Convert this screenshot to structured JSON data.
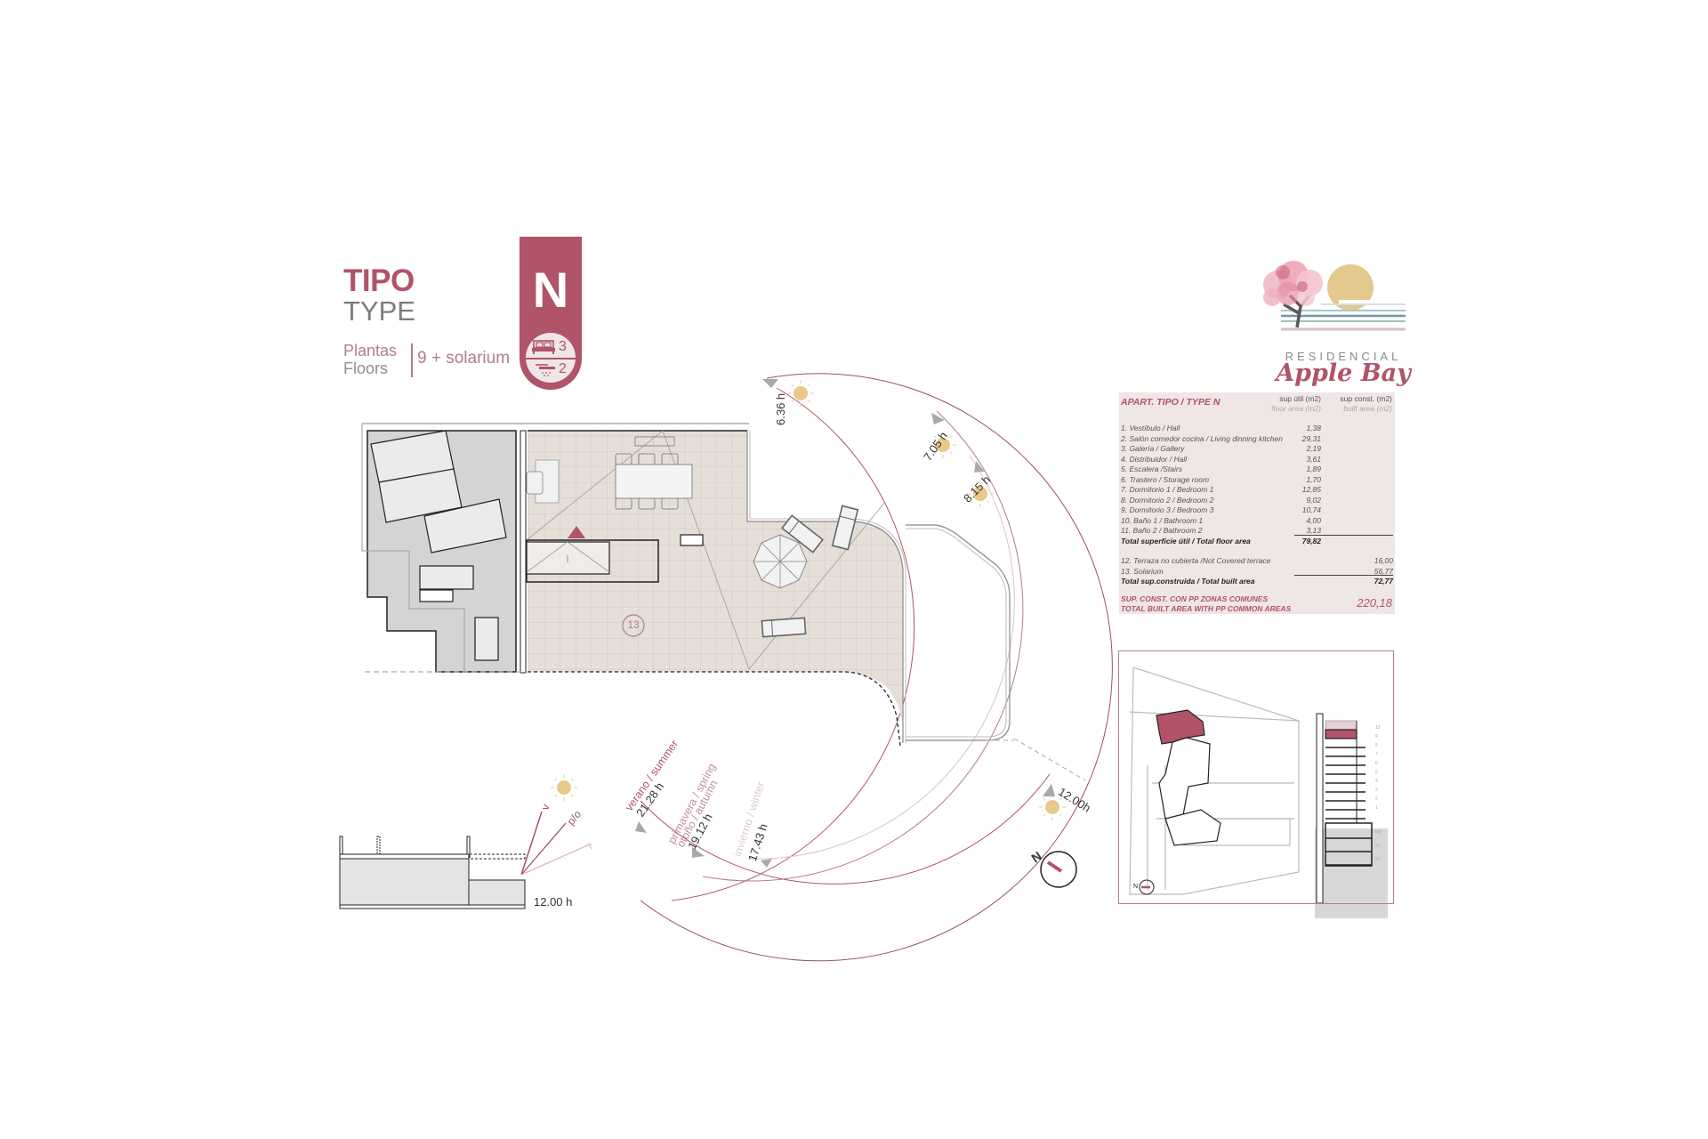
{
  "header": {
    "tipo": "TIPO",
    "type": "TYPE",
    "plantas_label": "Plantas",
    "floors_label": "Floors",
    "floors_value": "9 + solarium",
    "type_letter": "N",
    "bedrooms": "3",
    "bathrooms": "2",
    "bedroom_icon": "bed-icon",
    "bathroom_icon": "shower-icon"
  },
  "logo": {
    "line1": "RESIDENCIAL",
    "line2": "Apple Bay",
    "graphic": "cherry-tree-sunset-logo"
  },
  "colors": {
    "accent": "#b05468",
    "grey_text": "#7d7d80",
    "sun": "#e8c98a",
    "terrace_floor": "#e6dfd8",
    "gray_area": "#d4d4d6",
    "table_bg": "#efe6e6"
  },
  "area_table": {
    "title": "APART. TIPO / TYPE N",
    "col1_header": "sup útil (m2)",
    "col1_subheader": "floor area (m2)",
    "col2_header": "sup const. (m2)",
    "col2_subheader": "built area (m2)",
    "rows": [
      {
        "label": "1. Vestíbulo / Hall",
        "floor": "1,38",
        "built": ""
      },
      {
        "label": "2. Salón comedor cocina / Living dinning kitchen",
        "floor": "29,31",
        "built": ""
      },
      {
        "label": "3. Galería / Gallery",
        "floor": "2,19",
        "built": ""
      },
      {
        "label": "4. Distribuidor / Hall",
        "floor": "3,61",
        "built": ""
      },
      {
        "label": "5. Escalera /Stairs",
        "floor": "1,89",
        "built": ""
      },
      {
        "label": "6. Trastero / Storage room",
        "floor": "1,70",
        "built": ""
      },
      {
        "label": "7. Dormitorio 1 / Bedroom 1",
        "floor": "12,85",
        "built": ""
      },
      {
        "label": "8. Dormitorio 2 / Bedroom 2",
        "floor": "9,02",
        "built": ""
      },
      {
        "label": "9. Dormitorio 3 / Bedroom 3",
        "floor": "10,74",
        "built": ""
      },
      {
        "label": "10. Baño 1 / Bathroom 1",
        "floor": "4,00",
        "built": ""
      },
      {
        "label": "11. Baño 2 / Bathroom 2",
        "floor": "3,13",
        "built": ""
      }
    ],
    "total_floor": {
      "label": "Total superficie útil / Total floor area",
      "floor": "79,82"
    },
    "extra_rows": [
      {
        "label": "12. Terraza no cubierta /Not Covered terrace",
        "built": "16,00"
      },
      {
        "label": "13. Solarium",
        "built": "56,77"
      }
    ],
    "total_built": {
      "label": "Total sup.construida / Total built area",
      "built": "72,77"
    },
    "pp_line1": "SUP. CONST. CON PP ZONAS COMUNES",
    "pp_line2": "TOTAL BUILT AREA WITH PP COMMON AREAS",
    "pp_value": "220,18"
  },
  "plan": {
    "room_number": "13",
    "sun_times": {
      "t1": "6.36 h",
      "t2": "7.05 h",
      "t3": "8.15 h",
      "t4": "12.00h",
      "summer_time": "21.28 h",
      "spring_time": "19.12 h",
      "winter_time": "17.43 h"
    },
    "seasons": {
      "summer": "verano / summer",
      "spring": "primavera / spring",
      "autumn": "otoño / autumn",
      "winter": "invierno / winter"
    },
    "compass_label": "N"
  },
  "section": {
    "noon_label": "12.00 h",
    "ray_v": "v",
    "ray_po": "p/o",
    "ray_i": "i"
  },
  "key_plan": {
    "floor_labels": [
      "10",
      "9",
      "8",
      "7",
      "6",
      "5",
      "4",
      "3",
      "2",
      "1",
      "MZ",
      "S1",
      "S2"
    ],
    "compass_label": "N"
  }
}
